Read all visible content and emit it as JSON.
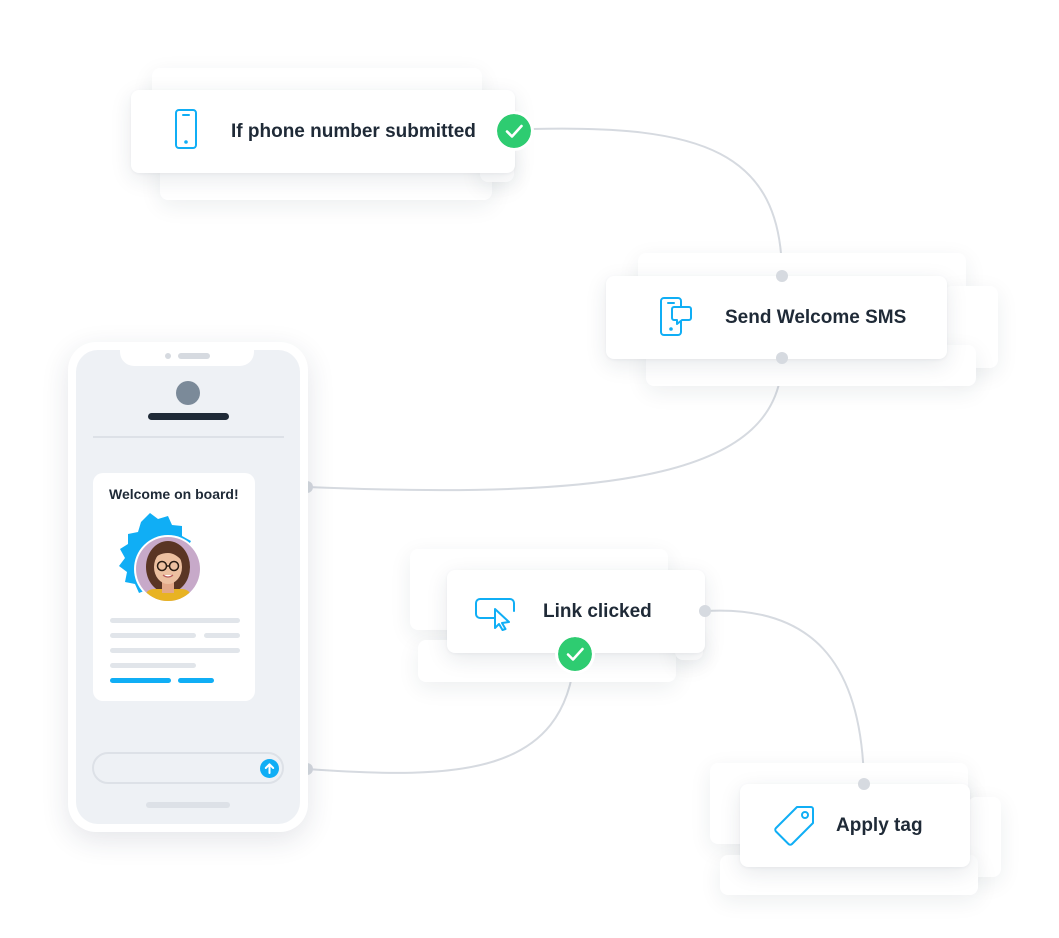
{
  "nodes": {
    "phone_condition": {
      "label": "If phone number submitted",
      "icon": "smartphone-icon"
    },
    "send_sms": {
      "label": "Send Welcome SMS",
      "icon": "sms-phone-icon"
    },
    "link_clicked": {
      "label": "Link clicked",
      "icon": "cursor-click-icon"
    },
    "apply_tag": {
      "label": "Apply tag",
      "icon": "tag-icon"
    }
  },
  "phone": {
    "message_title": "Welcome on board!",
    "send_icon": "arrow-up-icon"
  },
  "colors": {
    "accent_blue": "#10aef5",
    "success_green": "#2ecc71",
    "connector_gray": "#d6dae0",
    "text_dark": "#1f2a37"
  }
}
